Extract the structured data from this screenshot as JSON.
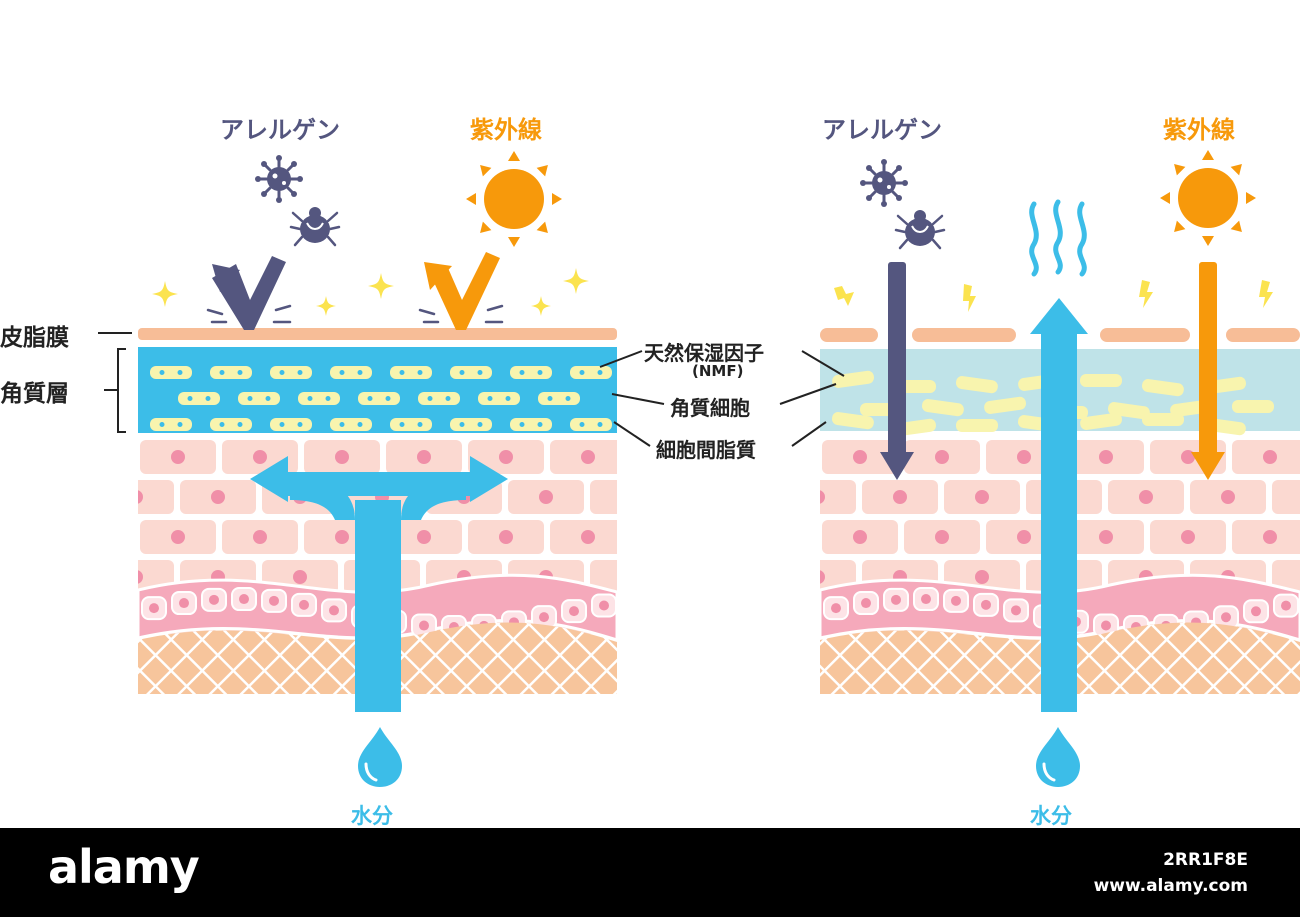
{
  "colors": {
    "healthy_banner": "#f9aabb",
    "dry_banner": "#9cbcb9",
    "allergen": "#54567f",
    "uv": "#f7990b",
    "water": "#3cbde8",
    "sebum": "#f7bd97",
    "stratum_healthy": "#3cbde8",
    "stratum_dry": "#bfe3e8",
    "corneocyte": "#f8f4ae",
    "epidermis_cell": "#fbd9d1",
    "nucleus": "#f08fa8",
    "basal": "#f5a9bb",
    "dermis": "#f7c59c",
    "sparkle": "#fbe34f"
  },
  "healthy": {
    "title": "健康な肌",
    "allergen_label": "アレルゲン",
    "uv_label": "紫外線",
    "water_label": "水分"
  },
  "dry": {
    "title": "乾燥肌",
    "allergen_label": "アレルゲン",
    "uv_label": "紫外線",
    "water_label": "水分"
  },
  "layers": {
    "sebum_film": "皮脂膜",
    "stratum_corneum": "角質層"
  },
  "callouts": {
    "nmf": "天然保湿因子",
    "nmf_abbr": "(NMF)",
    "corneocyte": "角質細胞",
    "intercellular_lipid": "細胞間脂質"
  },
  "icons": {
    "allergen": [
      "virus-icon",
      "mite-icon"
    ],
    "uv": "sun-icon",
    "water": "water-drop-icon",
    "evaporation": "steam-icon",
    "blocked": "check-arrow-icon",
    "sparkle": "sparkle-icon",
    "irritation": "lightning-icon"
  },
  "footer": {
    "brand": "alamy",
    "image_id": "2RR1F8E",
    "url": "www.alamy.com"
  }
}
